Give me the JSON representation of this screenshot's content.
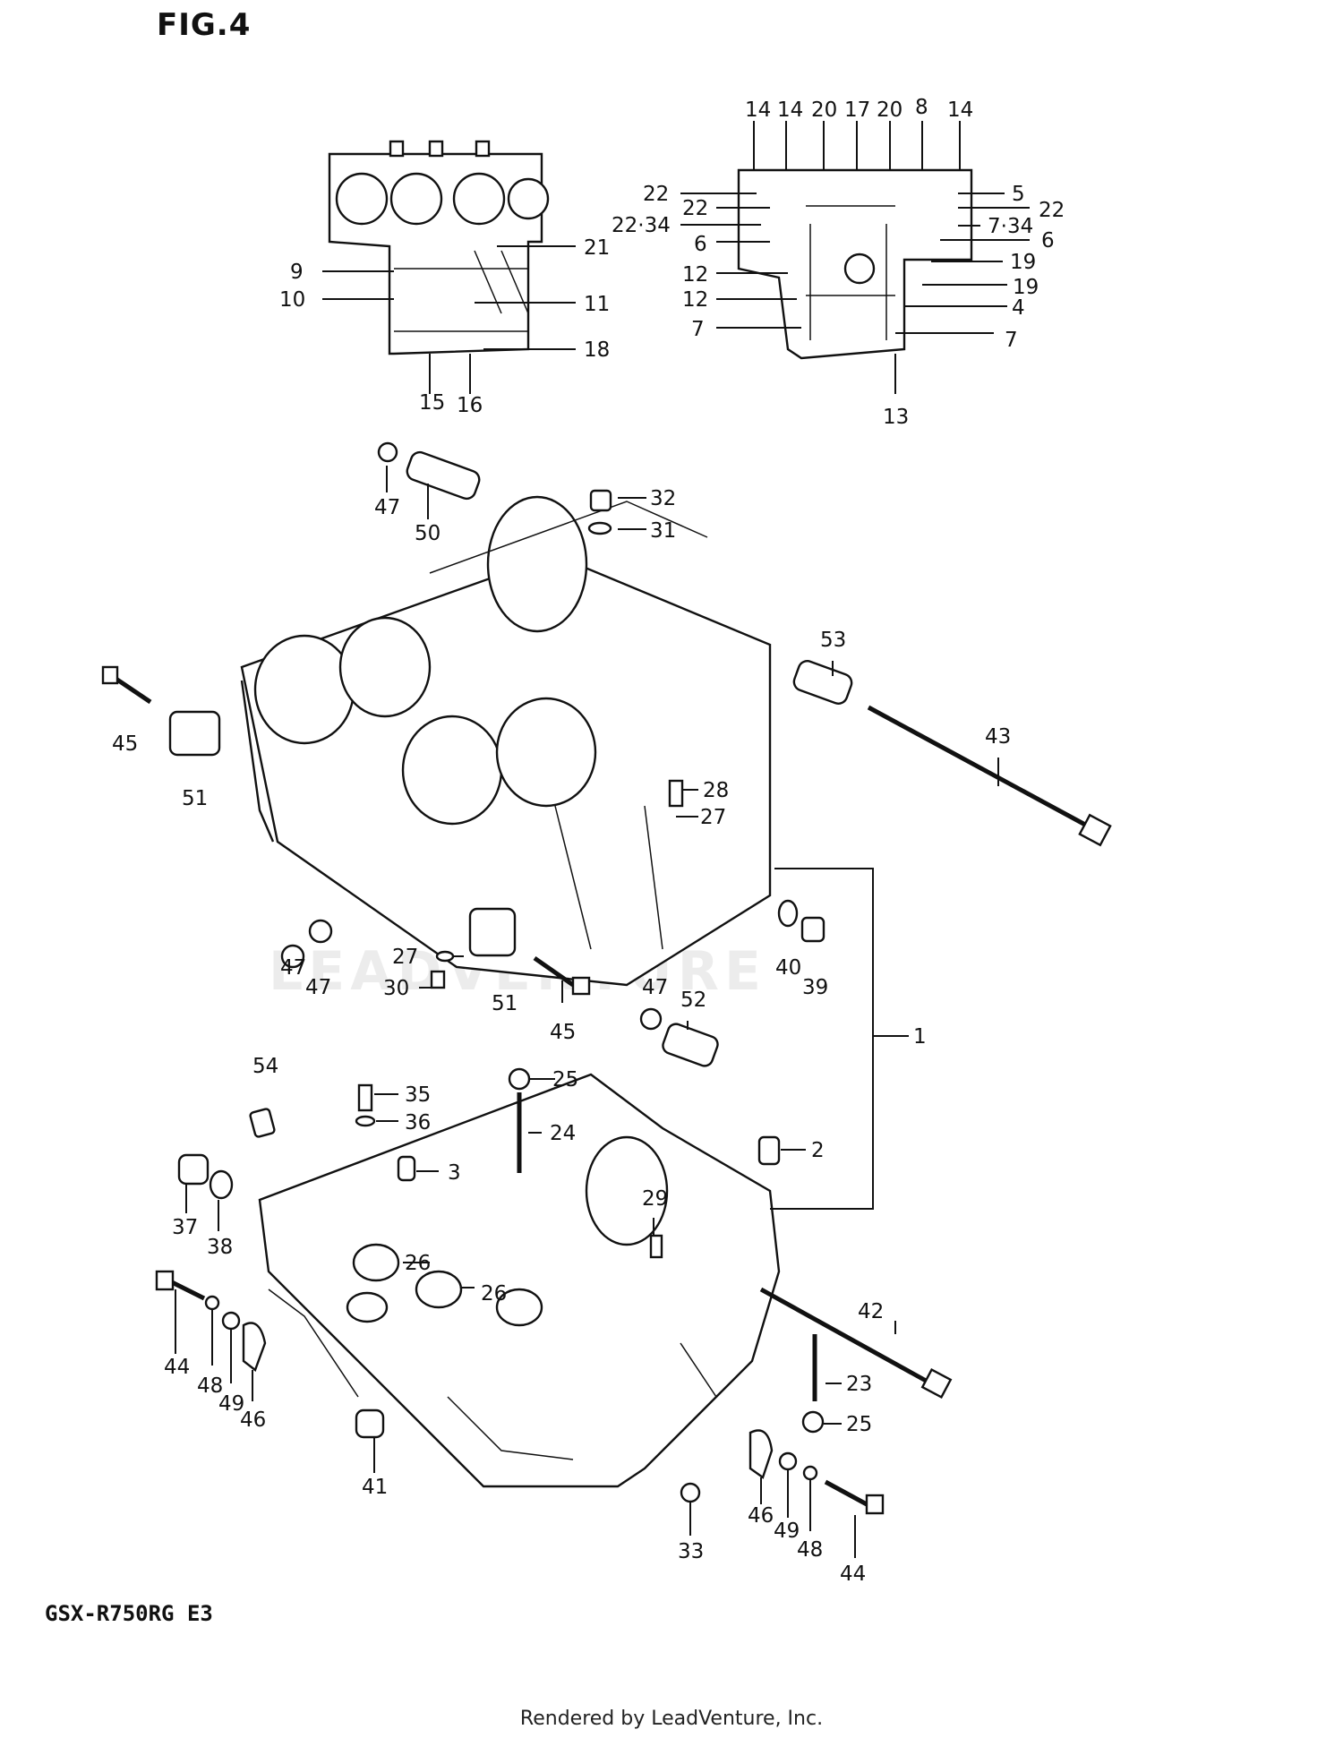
{
  "figure_title": "FIG.4",
  "model_code": "GSX-R750RG E3",
  "footer": "Rendered by LeadVenture, Inc.",
  "watermark": "LEADVENTURE",
  "callouts": {
    "c14a": "14",
    "c14b": "14",
    "c20a": "20",
    "c17": "17",
    "c20b": "20",
    "c8": "8",
    "c14c": "14",
    "c22a": "22",
    "c22b": "22",
    "c22_34": "22·34",
    "c6a": "6",
    "c12a": "12",
    "c12b": "12",
    "c7a": "7",
    "c5": "5",
    "c22c": "22",
    "c7_34": "7·34",
    "c6b": "6",
    "c19a": "19",
    "c19b": "19",
    "c4": "4",
    "c7b": "7",
    "c13": "13",
    "c9": "9",
    "c10": "10",
    "c21": "21",
    "c11": "11",
    "c18": "18",
    "c15": "15",
    "c16": "16",
    "c47a": "47",
    "c50": "50",
    "c32": "32",
    "c31": "31",
    "c53": "53",
    "c43": "43",
    "c45a": "45",
    "c51a": "51",
    "c28": "28",
    "c27a": "27",
    "c40": "40",
    "c39": "39",
    "c47b": "47",
    "c47c": "47",
    "c27b": "27",
    "c30": "30",
    "c51b": "51",
    "c45b": "45",
    "c47d": "47",
    "c52": "52",
    "c1": "1",
    "c54": "54",
    "c35": "35",
    "c36": "36",
    "c25a": "25",
    "c24": "24",
    "c2": "2",
    "c3": "3",
    "c37": "37",
    "c38": "38",
    "c29": "29",
    "c26a": "26",
    "c26b": "26",
    "c42": "42",
    "c44a": "44",
    "c48a": "48",
    "c49a": "49",
    "c46a": "46",
    "c23": "23",
    "c25b": "25",
    "c41": "41",
    "c33": "33",
    "c46b": "46",
    "c49b": "49",
    "c48b": "48",
    "c44b": "44"
  }
}
